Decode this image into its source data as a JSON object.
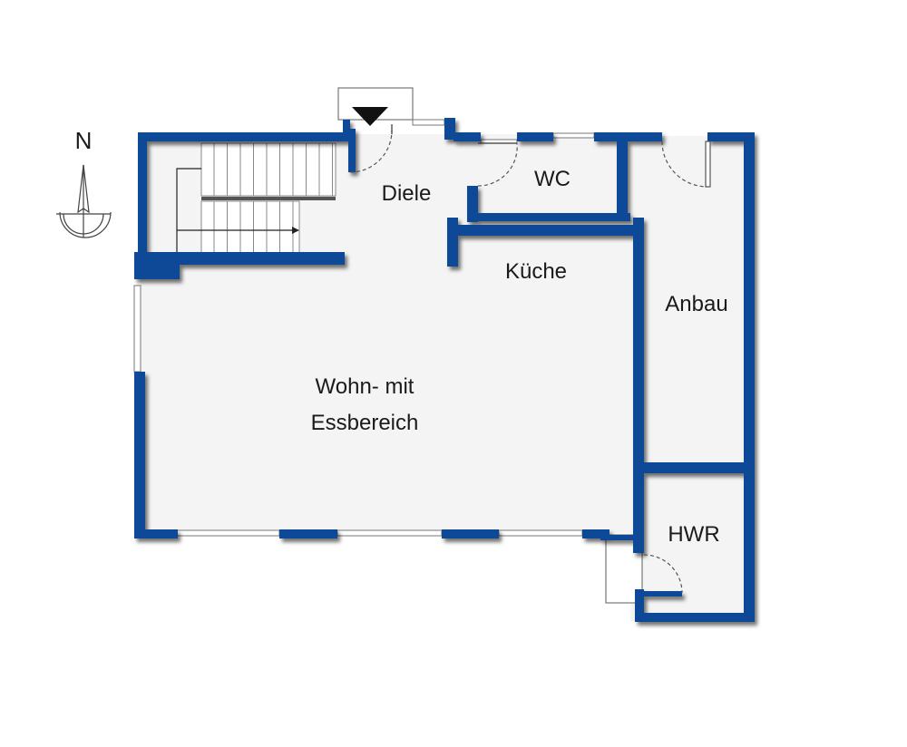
{
  "plan": {
    "compass_label": "N",
    "rooms": {
      "diele": "Diele",
      "wc": "WC",
      "kueche": "Küche",
      "anbau": "Anbau",
      "wohn_line1": "Wohn- mit",
      "wohn_line2": "Essbereich",
      "hwr": "HWR"
    },
    "colors": {
      "wall": "#0a4a96",
      "wall_shadow": "#222222",
      "floor": "#f4f4f4",
      "thin_line": "#666666",
      "text": "#1a1a1a"
    }
  }
}
